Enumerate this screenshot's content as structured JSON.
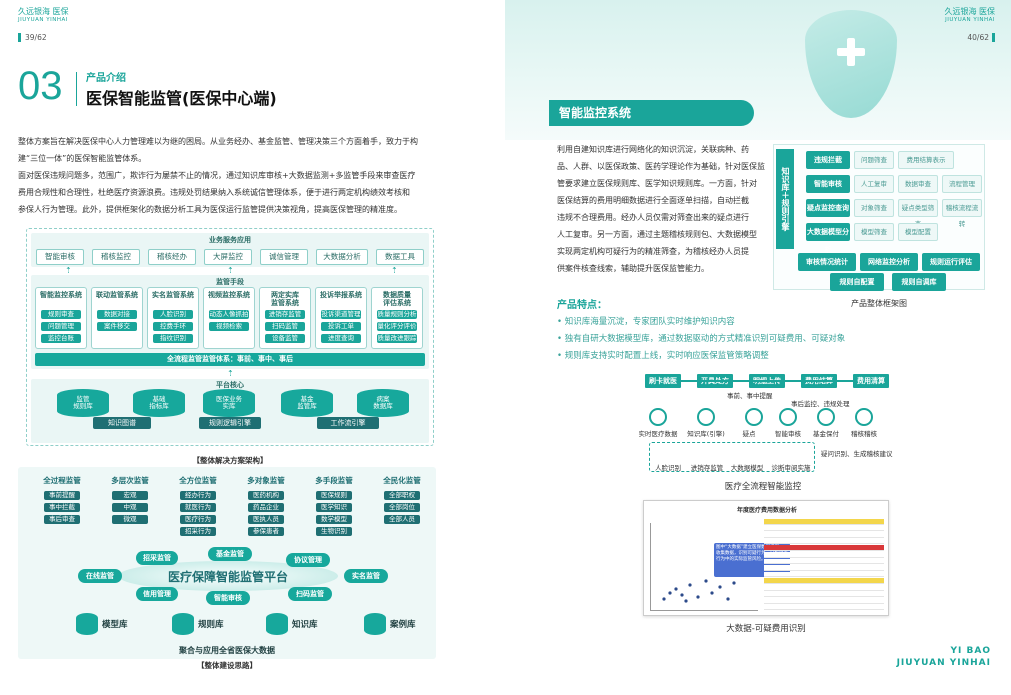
{
  "left": {
    "brand_cn": "久远银海  医保",
    "brand_en": "JIUYUAN YINHAI",
    "page_no": "39/62",
    "section_no": "03",
    "section_label": "产品介绍",
    "section_title": "医保智能监管(医保中心端)",
    "paras": [
      "整体方案旨在解决医保中心人力管理难以为继的困局。从业务经办、基金监管、管理决策三个方面着手，致力于构",
      "建“三位一体”的医保智能监管体系。",
      "面对医保违规问题多，范围广，欺诈行为屡禁不止的情况，通过知识库审核+大数据监测+多监管手段来审查医疗",
      "费用合规性和合理性，杜绝医疗资源浪费。违规处罚结果纳入系统诚信管理体系，便于进行两定机构绩效考核和",
      "参保人行为管理。此外，提供框架化的数据分析工具为医保运行监管提供决策视角，提高医保管理的精准度。"
    ],
    "arch": {
      "svc_title": "业务服务应用",
      "services": [
        "智能审核",
        "稽核监控",
        "稽核经办",
        "大屏监控",
        "诚信管理",
        "大数据分析",
        "数据工具"
      ],
      "mgmt_title": "监管手段",
      "cards": [
        {
          "title": "智能监控系统",
          "items": [
            "规则审查",
            "问题管理",
            "监控台账"
          ]
        },
        {
          "title": "联动监管系统",
          "items": [
            "数据对接",
            "案件移交"
          ]
        },
        {
          "title": "实名监管系统",
          "items": [
            "人脸识别",
            "控费手环",
            "指纹识别"
          ]
        },
        {
          "title": "视频监控系统",
          "items": [
            "动态人像抓拍",
            "视频检索"
          ]
        },
        {
          "title": "两定实库\n监管系统",
          "items": [
            "进销存监管",
            "扫码监管",
            "设备监管"
          ]
        },
        {
          "title": "投诉举报系统",
          "items": [
            "投诉渠道管理",
            "投诉工单",
            "进度查询"
          ]
        },
        {
          "title": "数据质量\n评估系统",
          "items": [
            "质量规则分析",
            "量化评分评价",
            "质量改进跟踪"
          ]
        }
      ],
      "fullchain": "全流程监管监管体系：事前、事中、事后",
      "core_title": "平台核心",
      "dbs": [
        "监管\n规则库",
        "基础\n指标库",
        "医保业务\n实库",
        "基金\n监管库",
        "病案\n数据库"
      ],
      "engines": [
        "知识图谱",
        "规则逻辑引擎",
        "工作流引擎"
      ],
      "caption1": "【整体解决方案架构】"
    },
    "build": {
      "cols": [
        {
          "title": "全过程监管",
          "items": [
            "事前提醒",
            "事中拦截",
            "事后审查"
          ]
        },
        {
          "title": "多层次监管",
          "items": [
            "宏观",
            "中观",
            "微观"
          ]
        },
        {
          "title": "全方位监管",
          "items": [
            "经办行为",
            "就医行为",
            "医疗行为",
            "招采行为"
          ]
        },
        {
          "title": "多对象监管",
          "items": [
            "医药机构",
            "药品企业",
            "医执人员",
            "参保患者"
          ]
        },
        {
          "title": "多手段监管",
          "items": [
            "医保规则",
            "医学知识",
            "数学模型",
            "生物识别"
          ]
        },
        {
          "title": "全民化监管",
          "items": [
            "全部职权",
            "全部岗位",
            "全部人员"
          ]
        }
      ],
      "platform": "医疗保障智能监管平台",
      "ring": [
        "招采监管",
        "基金监管",
        "协议管理",
        "在线监管",
        "实名监管",
        "信用管理",
        "智能审核",
        "扫码监管"
      ],
      "libs": [
        "模型库",
        "规则库",
        "知识库",
        "案例库"
      ],
      "data_label": "聚合与应用全省医保大数据",
      "caption2": "【整体建设思路】"
    }
  },
  "right": {
    "brand_cn": "久远银海  医保",
    "brand_en": "JIUYUAN YINHAI",
    "page_no": "40/62",
    "title": "智能监控系统",
    "paras": [
      "利用自建知识库进行网络化的知识沉淀，关联病种、药",
      "品、人群、以医保政策、医药学理论作为基础，针对医保监",
      "管要求建立医保规则库、医学知识规则库。一方面，针对",
      "医保结算的费用明细数据进行全面逐单扫描，自动拦截",
      "违规不合理费用。经办人员仅需对筛查出来的疑点进行",
      "人工复审。另一方面，通过主题稽核规则包、大数据模型",
      "实现两定机构可疑行为的精准筛查，为稽核经办人员提",
      "供案件核查线索，辅助提升医保监管能力。"
    ],
    "features_title": "产品特点：",
    "features": [
      "知识库海量沉淀，专家团队实时维护知识内容",
      "独有自研大数据模型库，通过数据驱动的方式精准识别可疑费用、可疑对象",
      "规则库支持实时配置上线，实时响应医保监管策略调整"
    ],
    "framework": {
      "side": "知识库＋规则引擎",
      "rows": [
        {
          "head": "违规拦截",
          "cells": [
            "问题筛查",
            "费用结算表示"
          ]
        },
        {
          "head": "智能审核",
          "cells": [
            "人工复审",
            "数据审查",
            "流程管理"
          ]
        },
        {
          "head": "疑点监控查询",
          "cells": [
            "对象筛查",
            "疑点类型筛查",
            "稽核流程流转"
          ]
        },
        {
          "head": "大数据模型分析",
          "cells": [
            "模型筛查",
            "模型配置"
          ]
        }
      ],
      "bottom1": [
        "审核情况统计",
        "网络监控分析",
        "规则运行评估"
      ],
      "bottom2": [
        "规则自配置",
        "规则自调库"
      ],
      "caption": "产品整体框架图"
    },
    "flow": {
      "steps": [
        "刷卡就医",
        "开具处方",
        "明细上传",
        "费用结算",
        "费用清算"
      ],
      "notes": [
        "事前、事中提醒",
        "事后监控、违规处理"
      ],
      "icons": [
        "实时医疗数据",
        "知识库(引擎)",
        "疑点",
        "智能审核",
        "基金保付",
        "稽核稽核"
      ],
      "sub": [
        "人脸识别",
        "进销存监管",
        "大数据模型",
        "诊断审阅实施"
      ],
      "side_note": "疑问识别、生成稽核建议",
      "caption": "医疗全流程智能监控"
    },
    "screen": {
      "title": "年度医疗费用数据分析",
      "tip": "图中“大数据”建立医保数据模型，收集数据，识别可疑行为，分析疑点行为中的实际监管风险。",
      "caption": "大数据-可疑费用识别"
    },
    "footer_en1": "YI BAO",
    "footer_en2": "JIUYUAN YINHAI"
  },
  "colors": {
    "accent": "#1aa59a",
    "dark": "#1f6f73",
    "red": "#d9383a",
    "yellow": "#f3d64b"
  }
}
